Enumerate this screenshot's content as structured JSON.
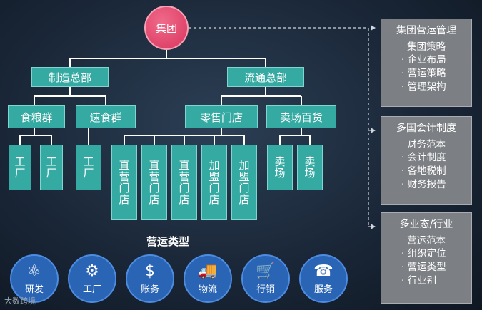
{
  "root": {
    "label": "集团"
  },
  "level1": [
    {
      "label": "制造总部"
    },
    {
      "label": "流通总部"
    }
  ],
  "level2": [
    {
      "label": "食粮群"
    },
    {
      "label": "速食群"
    },
    {
      "label": "零售门店"
    },
    {
      "label": "卖场百货"
    }
  ],
  "level3": [
    "工厂",
    "工厂",
    "工厂",
    "直营门店",
    "直营门店",
    "直营门店",
    "加盟门店",
    "加盟门店",
    "卖场",
    "卖场"
  ],
  "panels": [
    {
      "title": "集团营运管理",
      "subtitle": "集团策略",
      "items": [
        "企业布局",
        "营运策略",
        "管理架构"
      ]
    },
    {
      "title": "多国会计制度",
      "subtitle": "财务范本",
      "items": [
        "会计制度",
        "各地税制",
        "财务报告"
      ]
    },
    {
      "title": "多业态/行业",
      "subtitle": "营运范本",
      "items": [
        "组织定位",
        "营运类型",
        "行业别"
      ]
    }
  ],
  "types_label": "营运类型",
  "types": [
    {
      "label": "研发",
      "icon": "atom-icon",
      "glyph": "⚛"
    },
    {
      "label": "工厂",
      "icon": "factory-icon",
      "glyph": "⚙"
    },
    {
      "label": "账务",
      "icon": "money-bag-icon",
      "glyph": "$"
    },
    {
      "label": "物流",
      "icon": "truck-icon",
      "glyph": "🚚"
    },
    {
      "label": "行销",
      "icon": "cart-icon",
      "glyph": "🛒"
    },
    {
      "label": "服务",
      "icon": "headset-icon",
      "glyph": "☎"
    }
  ],
  "watermark": "大数跨境"
}
